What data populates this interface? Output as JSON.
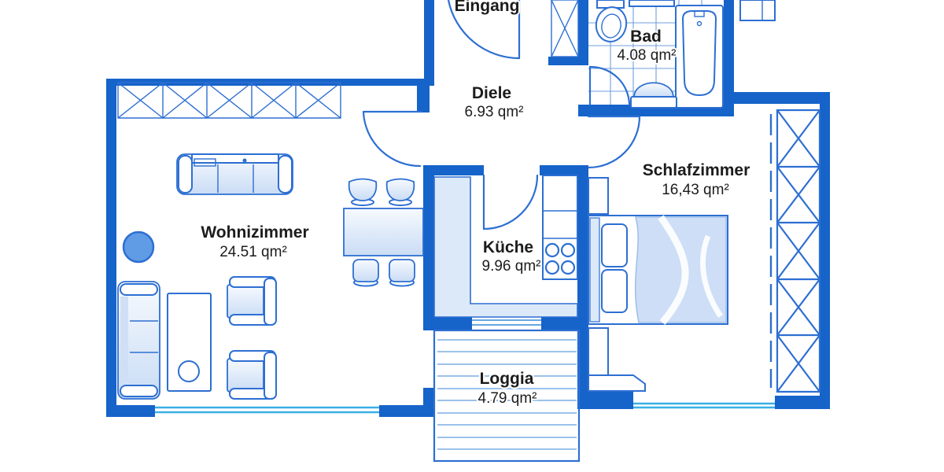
{
  "floorplan": {
    "rooms": {
      "eingang": {
        "name": "Eingang"
      },
      "diele": {
        "name": "Diele",
        "area": "6.93 qm²"
      },
      "bad": {
        "name": "Bad",
        "area": "4.08 qm²"
      },
      "wohnzimmer": {
        "name": "Wohnizimmer",
        "area": "24.51 qm²"
      },
      "kueche": {
        "name": "Küche",
        "area": "9.96 qm²"
      },
      "schlafzimmer": {
        "name": "Schlafzimmer",
        "area": "16,43 qm²"
      },
      "loggia": {
        "name": "Loggia",
        "area": "4.79 qm²"
      }
    },
    "colors": {
      "wall": "#1663c9",
      "furniture_line": "#2d6fd2",
      "furniture_fill_light": "#e9f1fc",
      "furniture_fill_mid": "#cfe0f6",
      "window": "#3ab0e6",
      "deck_line": "#8fb9e8",
      "tile_line": "#4c87d8",
      "text": "#1c1c1c"
    }
  }
}
